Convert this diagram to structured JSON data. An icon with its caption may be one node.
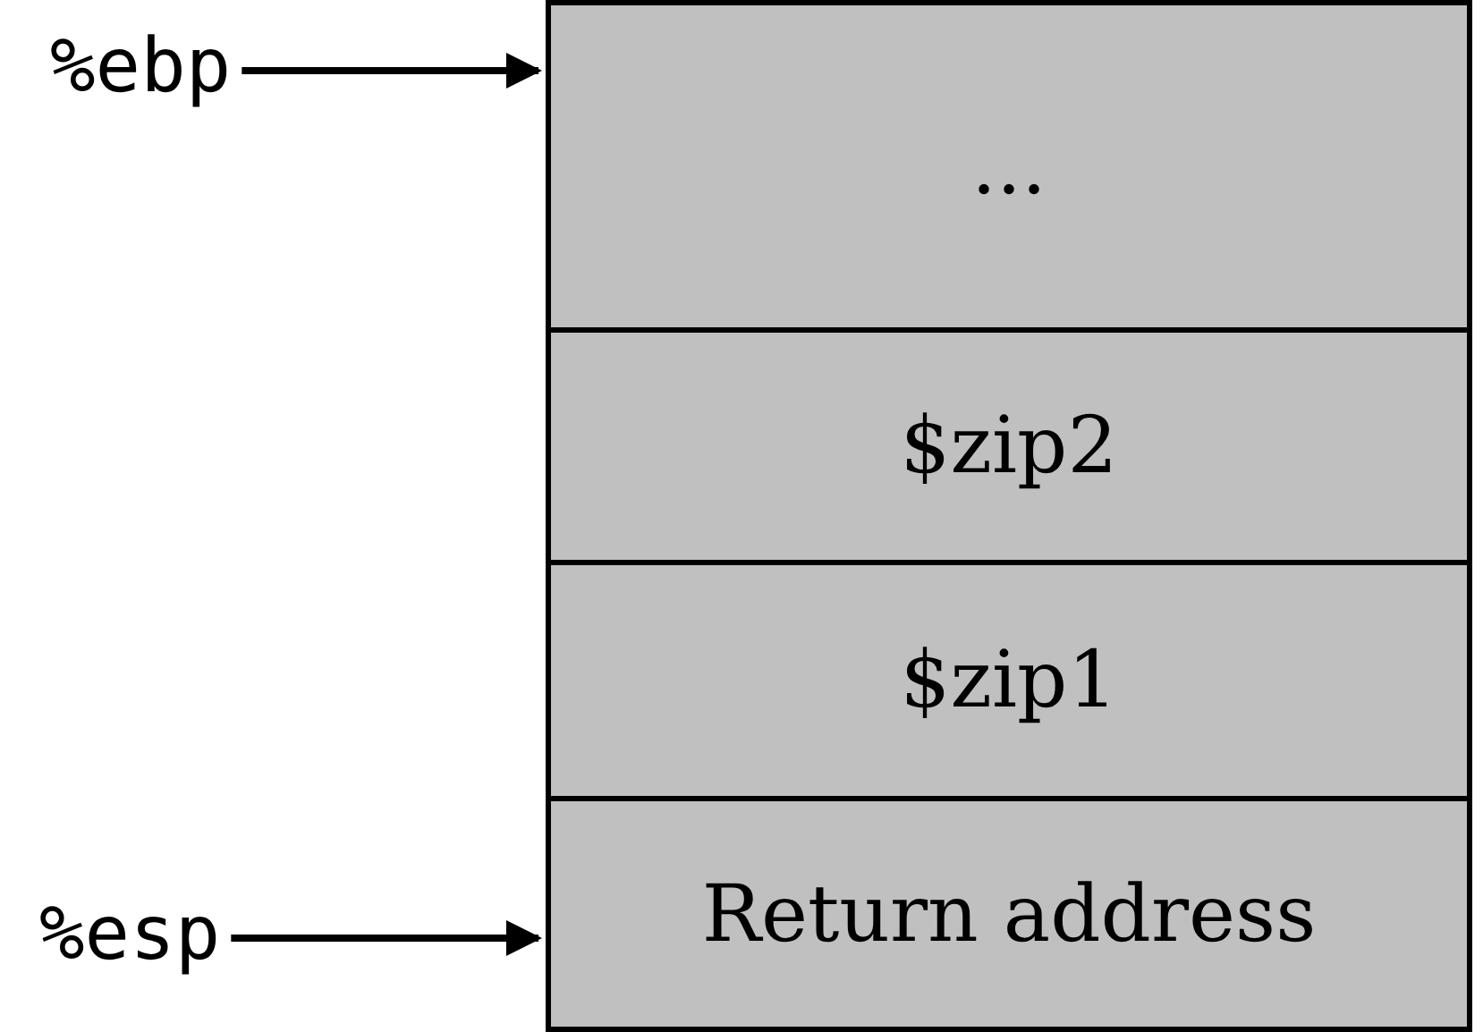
{
  "diagram": {
    "nodes": [
      {
        "text": [
          "%ebp"
        ]
      },
      {
        "text": [
          "..."
        ]
      },
      {
        "text": [
          "$zip2"
        ]
      },
      {
        "text": [
          "$zip1"
        ]
      },
      {
        "text": [
          "%esp"
        ]
      },
      {
        "text": [
          "Return address"
        ]
      }
    ],
    "edges": [
      {
        "from": 0,
        "to": 1,
        "arrow": "to"
      },
      {
        "from": 4,
        "to": 5,
        "arrow": "to"
      }
    ]
  }
}
